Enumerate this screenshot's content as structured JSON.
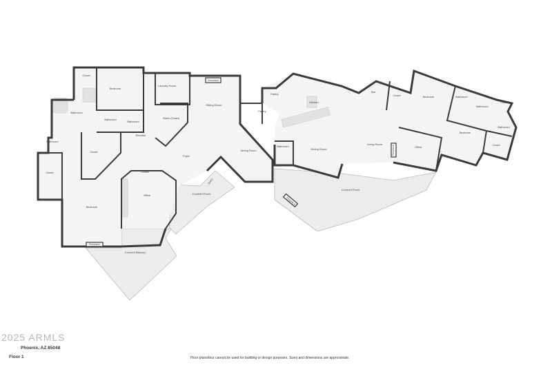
{
  "plan": {
    "rooms": {
      "closet_nw": "Closet",
      "bedroom_n": "Bedroom",
      "laundry": "Laundry Room",
      "fireplace_sitting": "Fireplace",
      "sitting_room": "Sitting Room",
      "bathroom_master": "Bathroom",
      "bathroom_small1": "Bathroom",
      "bathroom_small2": "Bathroom",
      "stairs": "Stairs (Down)",
      "elevator": "Elevator",
      "bathroom_w": "Bathroom",
      "closet_mid": "Closet",
      "closet_w": "Closet",
      "foyer": "Foyer",
      "closet_office": "Closet",
      "office_w": "Office",
      "covered_porch_entry": "Covered Porch",
      "entry": "Entry",
      "bedroom_sw": "Bedroom",
      "fireplace_bedroom": "Fireplace",
      "covered_balcony": "Covered Balcony",
      "dining_room_1": "Dining Room",
      "pantry_1": "Pantry",
      "pantry_2": "Pantry",
      "kitchen": "Kitchen",
      "bathroom_c": "Bathroom",
      "dining_room_2": "Dining Room",
      "bar": "Bar",
      "closet_bar": "Closet",
      "bedroom_ne": "Bedroom",
      "living_room": "Living Room",
      "fireplace_living": "Fireplace",
      "office_e": "Office",
      "covered_porch_e": "Covered Porch",
      "fireplace_porch": "Fireplace",
      "bathroom_e1": "Bathroom",
      "bathroom_e2": "Bathroom",
      "closet_e1": "Closet",
      "bathroom_e3": "Bathroom",
      "bedroom_e": "Bedroom",
      "closet_e2": "Closet"
    }
  },
  "footer": {
    "address": "Phoenix, AZ 85048",
    "watermark": "2025 ARMLS",
    "floor": "Floor 1",
    "disclaimer": "Floor plans/tour cannot be used for building or design purposes. Sizes and dimensions are approximate."
  }
}
